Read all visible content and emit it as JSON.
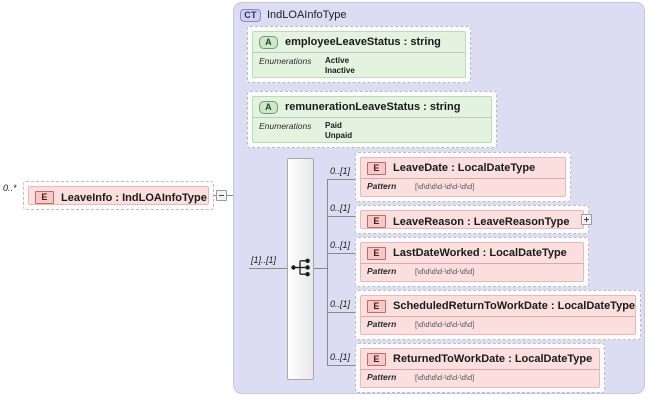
{
  "diagram": {
    "type": "xsd-schema-diagram",
    "root": {
      "badge": "E",
      "label": "LeaveInfo : IndLOAInfoType",
      "cardinality": "0..*",
      "toggle": "minus"
    },
    "complex_type": {
      "badge": "CT",
      "title": "IndLOAInfoType"
    },
    "attributes": [
      {
        "badge": "A",
        "label": "employeeLeaveStatus : string",
        "facet_label": "Enumerations",
        "facet_values": "Active\nInactive"
      },
      {
        "badge": "A",
        "label": "remunerationLeaveStatus : string",
        "facet_label": "Enumerations",
        "facet_values": "Paid\nUnpaid"
      }
    ],
    "compositor": {
      "kind": "sequence-icon",
      "cardinality": "[1]..[1]"
    },
    "elements": [
      {
        "badge": "E",
        "label": "LeaveDate : LocalDateType",
        "cardinality": "0..[1]",
        "facet_label": "Pattern",
        "facet_value": "[\\d\\d\\d\\d-\\d\\d-\\d\\d]",
        "toggle": null
      },
      {
        "badge": "E",
        "label": "LeaveReason : LeaveReasonType",
        "cardinality": "0..[1]",
        "facet_label": null,
        "facet_value": null,
        "toggle": "plus"
      },
      {
        "badge": "E",
        "label": "LastDateWorked : LocalDateType",
        "cardinality": "0..[1]",
        "facet_label": "Pattern",
        "facet_value": "[\\d\\d\\d\\d-\\d\\d-\\d\\d]",
        "toggle": null
      },
      {
        "badge": "E",
        "label": "ScheduledReturnToWorkDate : LocalDateType",
        "cardinality": "0..[1]",
        "facet_label": "Pattern",
        "facet_value": "[\\d\\d\\d\\d-\\d\\d-\\d\\d]",
        "toggle": null
      },
      {
        "badge": "E",
        "label": "ReturnedToWorkDate : LocalDateType",
        "cardinality": "0..[1]",
        "facet_label": "Pattern",
        "facet_value": "[\\d\\d\\d\\d-\\d\\d-\\d\\d]",
        "toggle": null
      }
    ],
    "colors": {
      "container_fill": "#dcdcf3",
      "attribute_fill": "#e3f3e0",
      "element_fill": "#fbdfdf",
      "line": "#8a8a8a"
    }
  }
}
